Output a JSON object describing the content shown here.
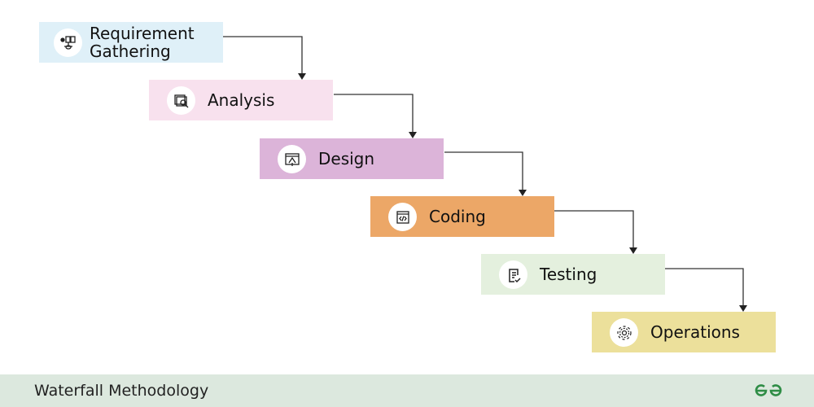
{
  "diagram": {
    "stages": [
      {
        "label": "Requirement Gathering",
        "icon": "requirements-icon",
        "color": "#dff0f8"
      },
      {
        "label": "Analysis",
        "icon": "analysis-chart-icon",
        "color": "#f8e1ee"
      },
      {
        "label": "Design",
        "icon": "design-icon",
        "color": "#dcb4d9"
      },
      {
        "label": "Coding",
        "icon": "code-window-icon",
        "color": "#eca767"
      },
      {
        "label": "Testing",
        "icon": "checklist-icon",
        "color": "#e4f0de"
      },
      {
        "label": "Operations",
        "icon": "gear-icon",
        "color": "#ece09b"
      }
    ]
  },
  "footer": {
    "title": "Waterfall Methodology",
    "logo_color": "#2f8d46"
  }
}
